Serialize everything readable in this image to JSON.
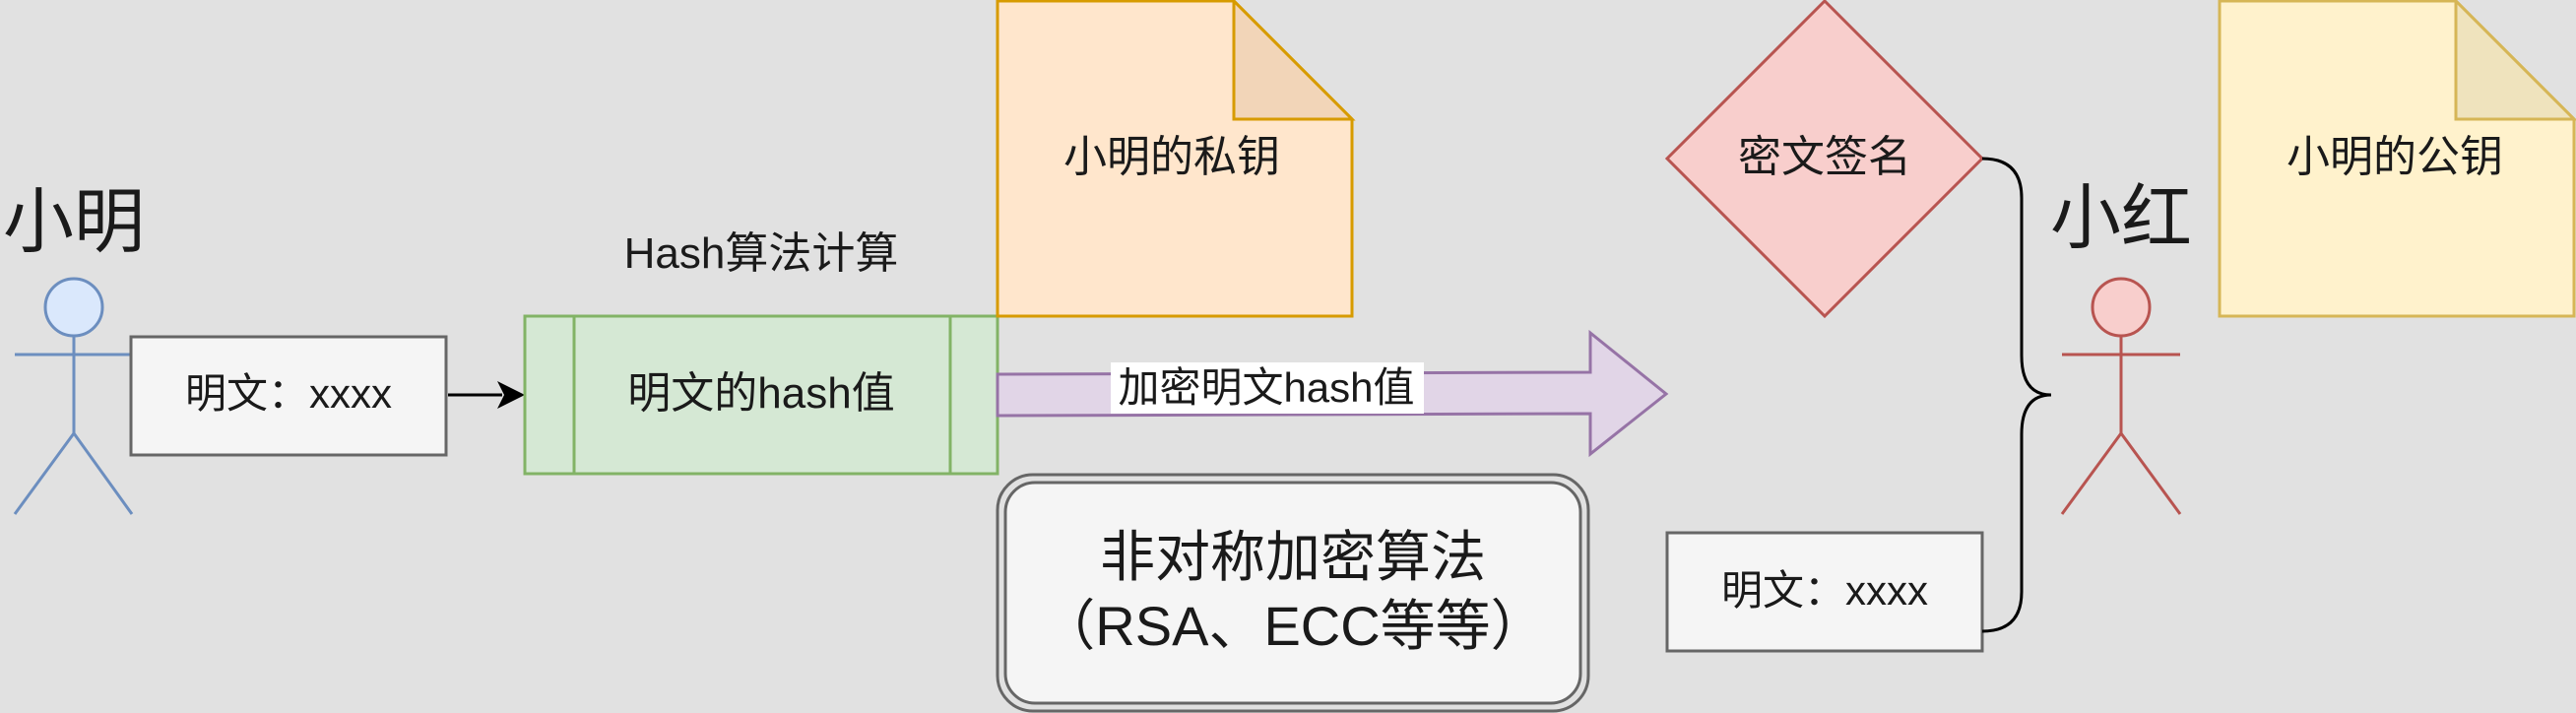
{
  "actors": {
    "sender": {
      "name": "小明",
      "color": "#6c8ebf",
      "fill": "#dae8fc"
    },
    "receiver": {
      "name": "小红",
      "color": "#b85450",
      "fill": "#f8cecc"
    }
  },
  "nodes": {
    "plaintext_sender": "明文：xxxx",
    "hash_box": "明文的hash值",
    "hash_caption": "Hash算法计算",
    "private_key": "小明的私钥",
    "encrypt_arrow": "加密明文hash值",
    "algorithm_line1": "非对称加密算法",
    "algorithm_line2": "（RSA、ECC等等）",
    "signature": "密文签名",
    "plaintext_receiver": "明文：xxxx",
    "public_key": "小明的公钥"
  },
  "colors": {
    "background": "#e1e1e1",
    "hash_fill": "#d5e8d4",
    "hash_stroke": "#82b366",
    "private_key_fill": "#ffe6cc",
    "private_key_stroke": "#d79b00",
    "public_key_fill": "#fff2cc",
    "public_key_stroke": "#d6b656",
    "signature_fill": "#f8cecc",
    "signature_stroke": "#b85450",
    "arrow_fill": "#e1d5e7",
    "arrow_stroke": "#9673a6",
    "box_fill": "#f5f5f5",
    "box_stroke": "#666666"
  }
}
